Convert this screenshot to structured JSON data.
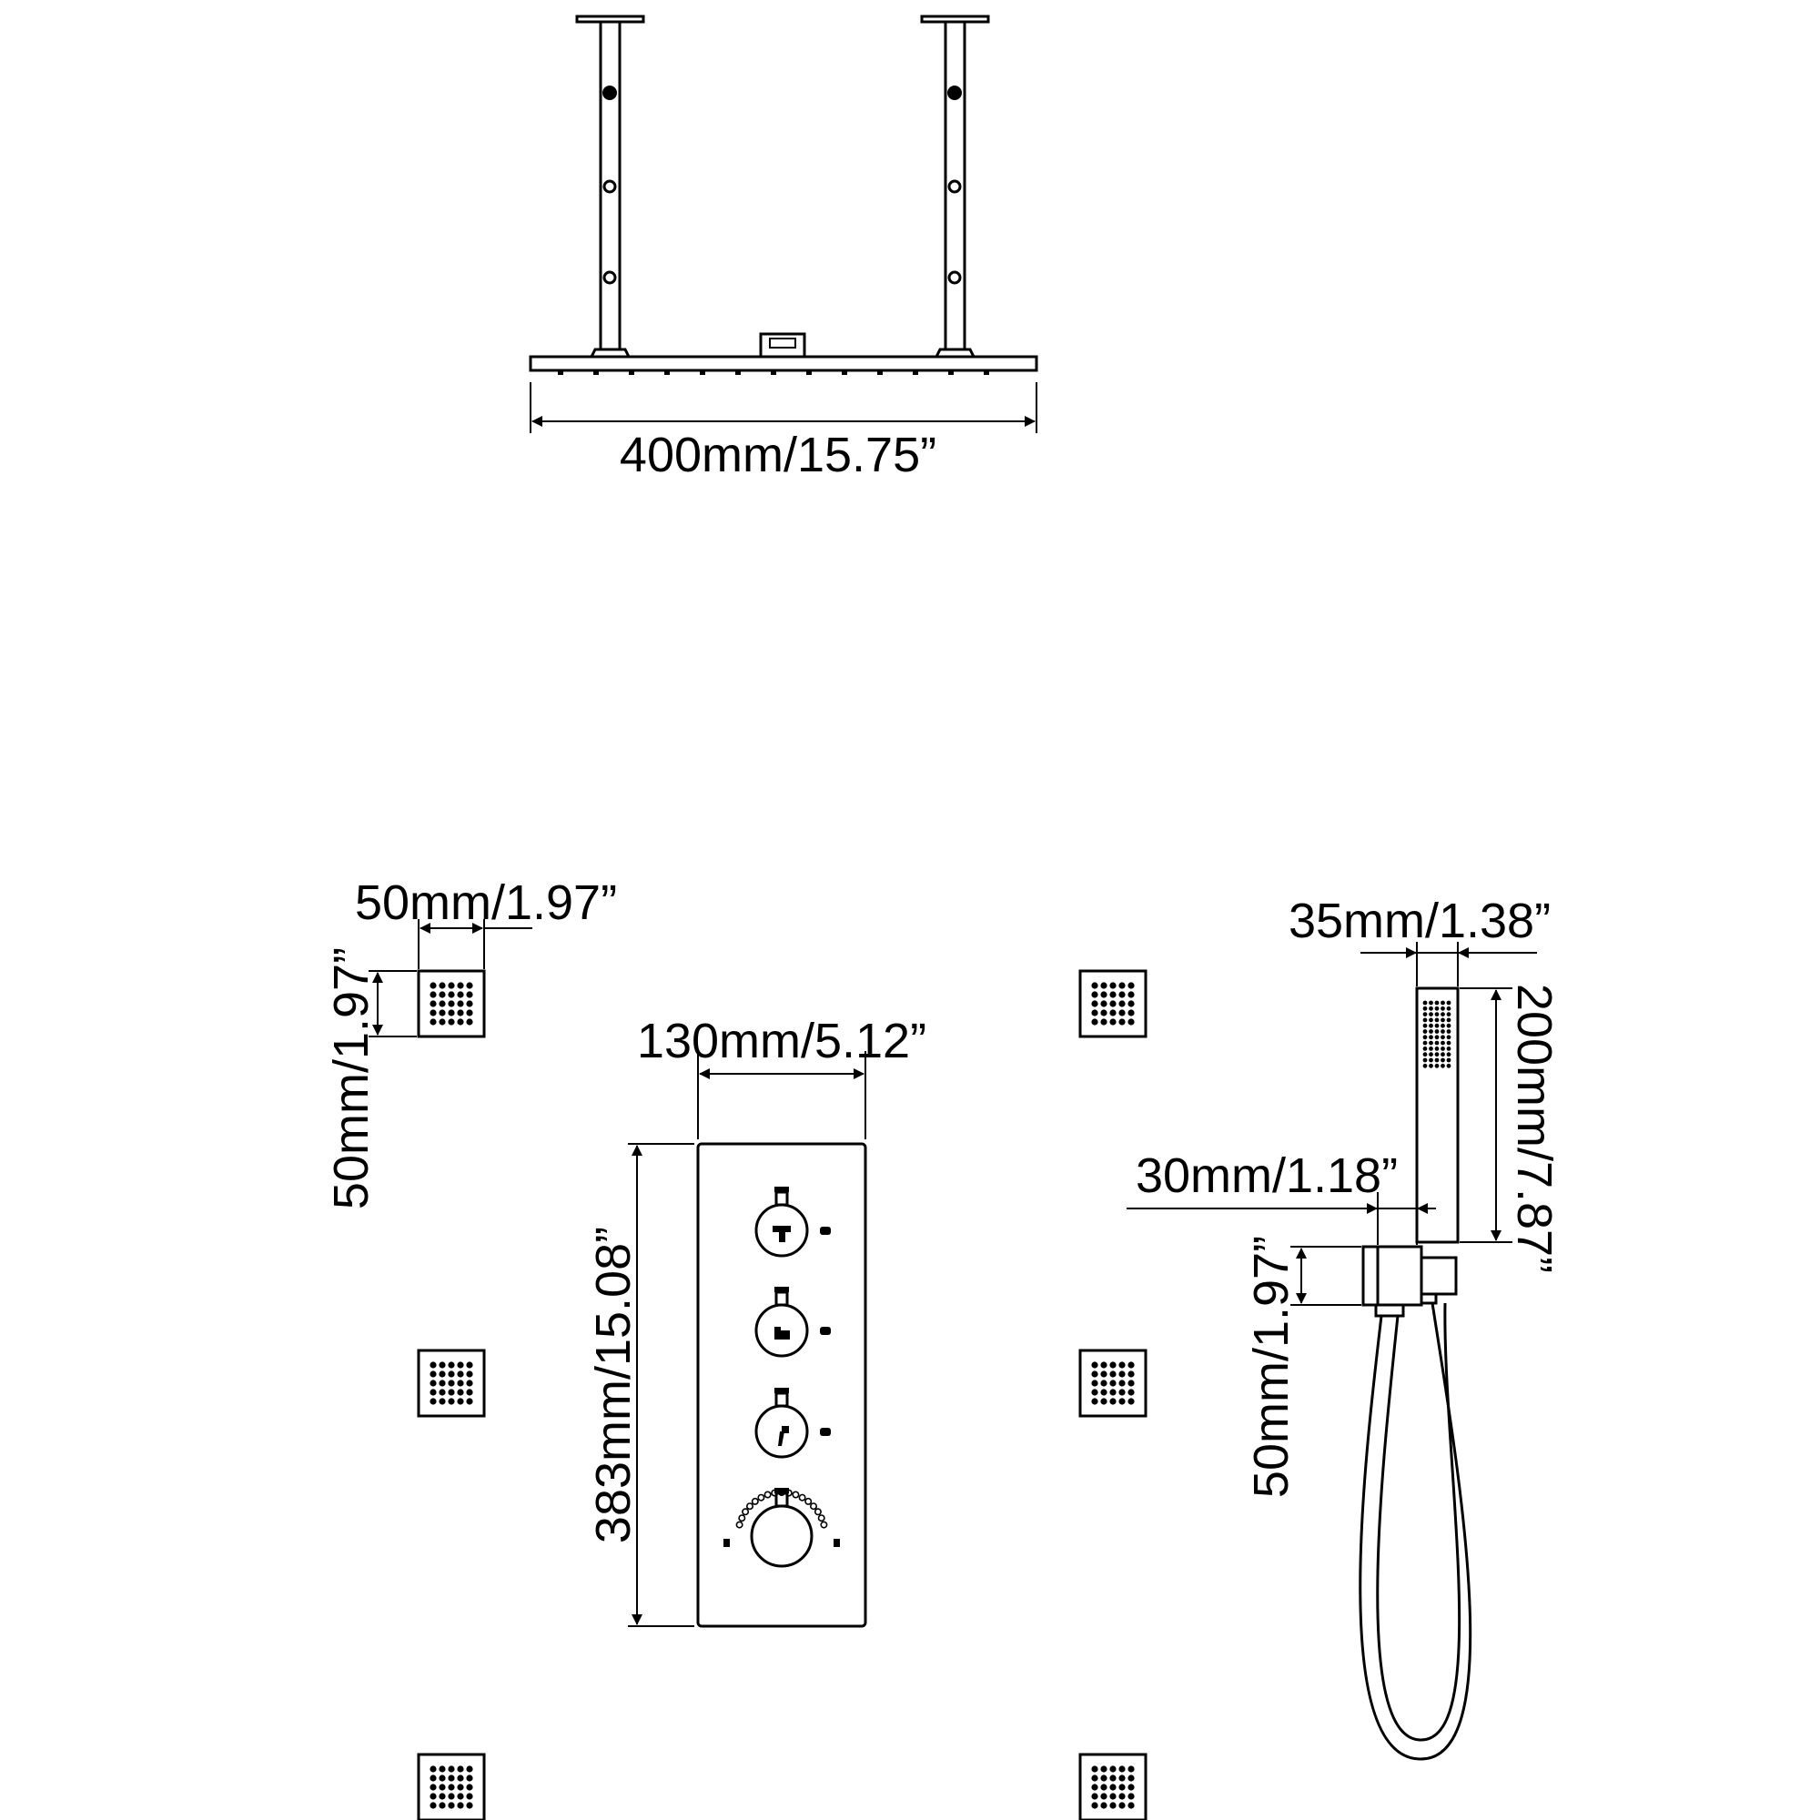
{
  "dimensions": {
    "rain_head_width": "400mm/15.75”",
    "body_jet_width": "50mm/1.97”",
    "body_jet_height": "50mm/1.97”",
    "panel_width": "130mm/5.12”",
    "panel_height": "383mm/15.08”",
    "handshower_width": "35mm/1.38”",
    "handshower_length": "200mm/7.87”",
    "holder_width": "30mm/1.18”",
    "holder_height": "50mm/1.97”"
  },
  "icons": {
    "ceiling_arm": "ceiling-arm-icon",
    "rain_shower_head": "rain-shower-head-icon",
    "body_jet": "body-jet-icon",
    "thermostatic_panel": "thermostatic-panel-icon",
    "diverter_knob": "diverter-knob-icon",
    "thermostat_knob": "thermostat-knob-icon",
    "hand_shower": "hand-shower-icon",
    "wall_holder": "wall-holder-icon",
    "shower_hose": "shower-hose-icon"
  },
  "colors": {
    "line": "#000000",
    "background": "#ffffff"
  }
}
